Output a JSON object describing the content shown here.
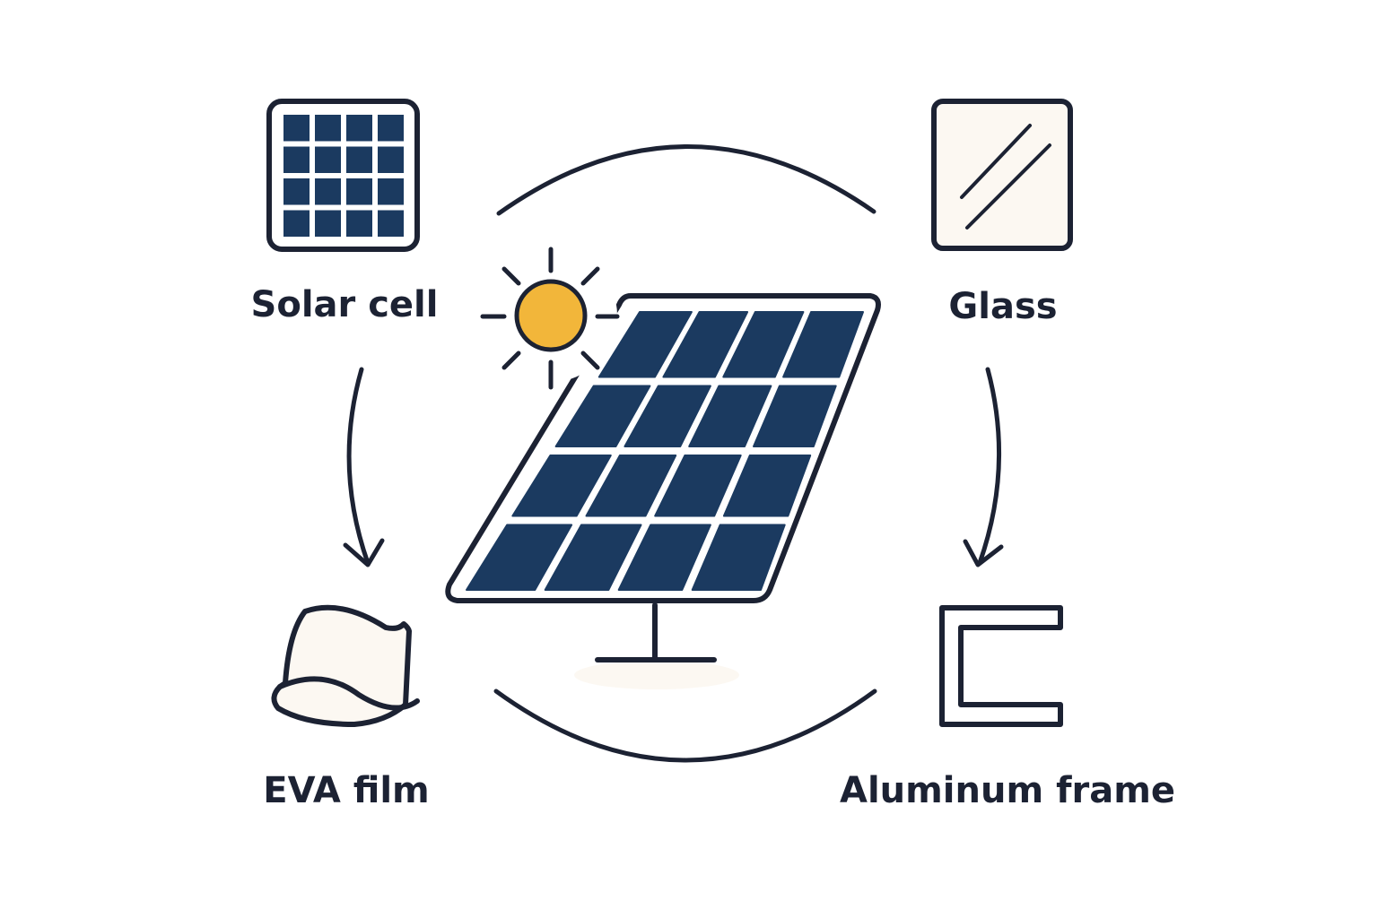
{
  "labels": {
    "solar_cell": "Solar cell",
    "glass": "Glass",
    "eva_film": "EVA film",
    "aluminum_frame": "Aluminum frame"
  },
  "icons": {
    "center": "solar-panel-icon",
    "sun": "sun-icon",
    "solar_cell": "solar-cell-icon",
    "glass": "glass-pane-icon",
    "eva_film": "eva-film-sheet-icon",
    "aluminum_frame": "aluminum-frame-profile-icon"
  },
  "colors": {
    "stroke": "#1c2233",
    "panel_cell": "#1b3a60",
    "sun": "#f2b63a",
    "sheet_fill": "#fcf8f2",
    "background": "#ffffff"
  }
}
